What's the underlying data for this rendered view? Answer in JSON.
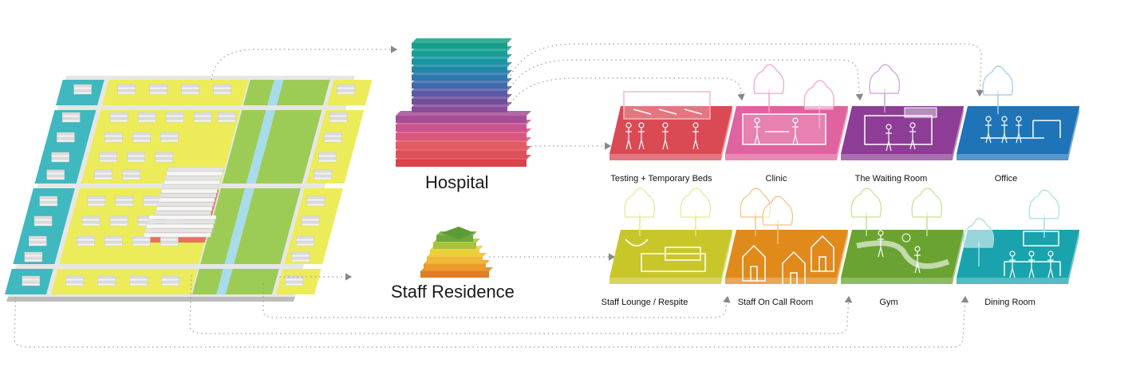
{
  "buildings": {
    "hospital": {
      "label": "Hospital"
    },
    "staff_residence": {
      "label": "Staff Residence"
    }
  },
  "hospital_spaces": [
    {
      "label": "Testing + Temporary Beds",
      "color": "#d94a55",
      "icon": "beds-and-people-icon"
    },
    {
      "label": "Clinic",
      "color": "#e0629e",
      "icon": "consultation-desk-icon"
    },
    {
      "label": "The Waiting Room",
      "color": "#8e3d96",
      "icon": "waiting-chairs-icon"
    },
    {
      "label": "Office",
      "color": "#1f74b8",
      "icon": "office-desks-icon"
    }
  ],
  "residence_spaces": [
    {
      "label": "Staff Lounge / Respite",
      "color": "#c9c62a",
      "icon": "hammock-icon"
    },
    {
      "label": "Staff On Call Room",
      "color": "#e08a1c",
      "icon": "small-houses-icon"
    },
    {
      "label": "Gym",
      "color": "#6aa332",
      "icon": "exercise-path-icon"
    },
    {
      "label": "Dining Room",
      "color": "#1aa3ad",
      "icon": "dining-tables-icon"
    }
  ],
  "colors": {
    "site_teal": "#3fb8bf",
    "site_yellow": "#ecec5a",
    "site_green": "#9ccc55",
    "site_water": "#a8dcea",
    "site_hospital_pad": "#e87060",
    "hospital_stack": [
      "#d8434c",
      "#de4f57",
      "#e25a62",
      "#d9567f",
      "#c9548f",
      "#a64d95",
      "#8a4d99",
      "#6f4f9c",
      "#5a5aa4",
      "#3e6aae",
      "#2d79ad",
      "#1f88a8",
      "#1a96a0",
      "#18a094",
      "#159f87"
    ],
    "residence_stack": [
      "#e07d20",
      "#ec9a2a",
      "#f0b833",
      "#e9d03a",
      "#a9c23b",
      "#6fa83a"
    ]
  }
}
